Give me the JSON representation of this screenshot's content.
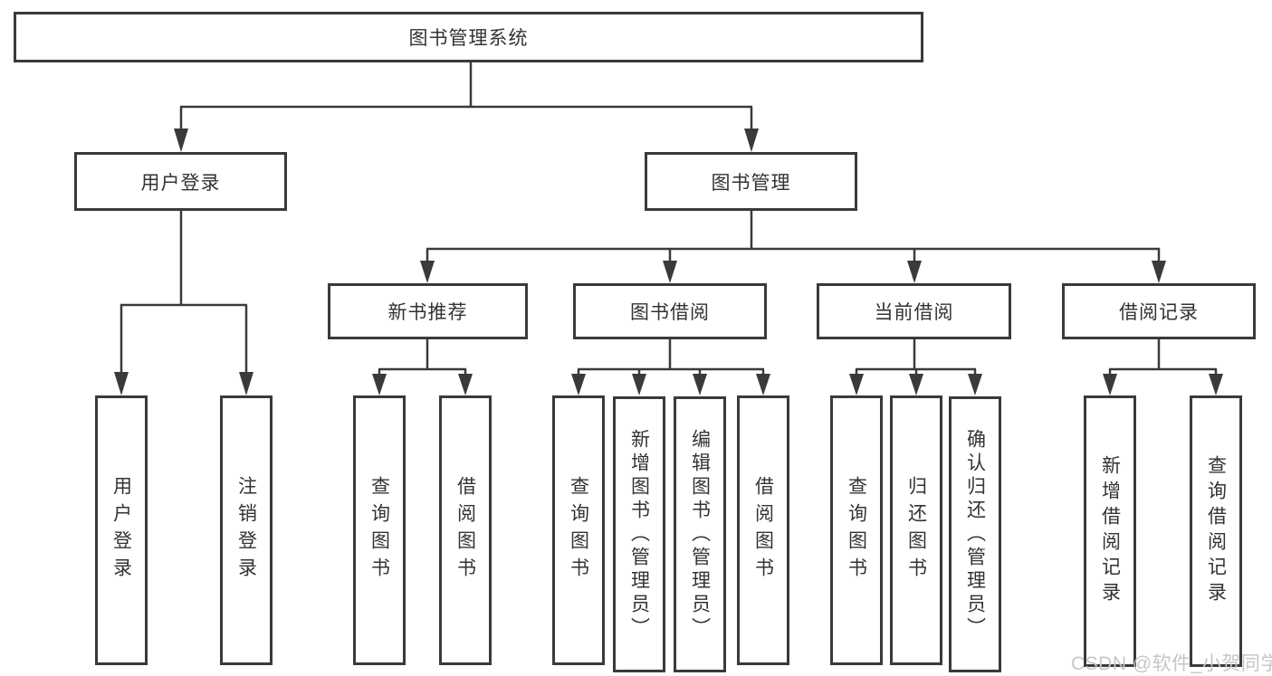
{
  "nodes": {
    "root": {
      "label": "图书管理系统"
    },
    "user_login": {
      "label": "用户登录",
      "children": [
        {
          "label": "用户登录"
        },
        {
          "label": "注销登录"
        }
      ]
    },
    "book_mgmt": {
      "label": "图书管理",
      "children": [
        {
          "label": "新书推荐",
          "children": [
            {
              "label": "查询图书"
            },
            {
              "label": "借阅图书"
            }
          ]
        },
        {
          "label": "图书借阅",
          "children": [
            {
              "label": "查询图书"
            },
            {
              "label": "新增图书（管理员）"
            },
            {
              "label": "编辑图书（管理员）"
            },
            {
              "label": "借阅图书"
            }
          ]
        },
        {
          "label": "当前借阅",
          "children": [
            {
              "label": "查询图书"
            },
            {
              "label": "归还图书"
            },
            {
              "label": "确认归还（管理员）"
            }
          ]
        },
        {
          "label": "借阅记录",
          "children": [
            {
              "label": "新增借阅记录"
            },
            {
              "label": "查询借阅记录"
            }
          ]
        }
      ]
    }
  },
  "watermark": {
    "text": "CSDN @软件_小贺同学"
  },
  "colors": {
    "line": "#3a3a3a",
    "border": "#3a3a3a",
    "text": "#333333",
    "watermark": "#c6c6c6",
    "background": "#ffffff"
  }
}
